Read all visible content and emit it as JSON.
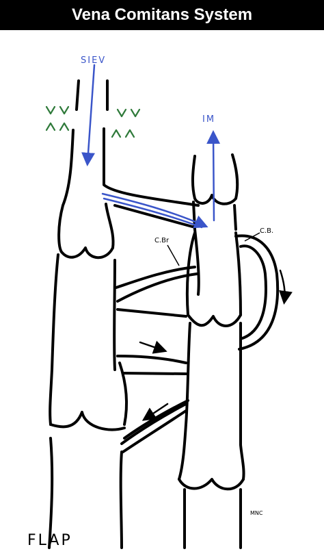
{
  "title": "Vena Comitans System",
  "labels": {
    "siev": "SIEV",
    "im": "IM",
    "cbr": "C.Br",
    "cb": "C.B.",
    "flap": "FLAP",
    "signature": "MNC"
  },
  "colors": {
    "arrow_blue": "#3a55c9",
    "valve_green": "#2f7a3a",
    "outline": "#000000"
  }
}
